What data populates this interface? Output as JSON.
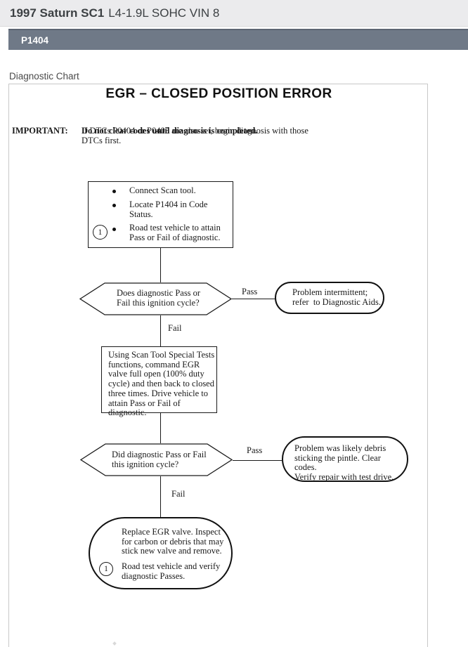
{
  "header": {
    "title_bold": "1997 Saturn SC1",
    "title_rest": "L4-1.9L SOHC VIN 8"
  },
  "codebar": {
    "code": "P1404"
  },
  "section_label": "Diagnostic Chart",
  "chart": {
    "title": "EGR – CLOSED POSITION ERROR",
    "important": {
      "label": "IMPORTANT:",
      "text_normal": "If DTCs P0404 or P0405 are also set, begin diagnosis with those\nDTCs first. ",
      "text_bold": "Do not clear codes until diagnosis is completed."
    },
    "step1": {
      "items": [
        {
          "text": "Connect Scan tool."
        },
        {
          "text": "Locate P1404 in Code Status."
        },
        {
          "num": "1",
          "text": "Road test vehicle to attain\nPass or Fail of diagnostic."
        }
      ]
    },
    "decision1": {
      "text": "Does diagnostic Pass or\nFail this ignition cycle?",
      "pass_label": "Pass",
      "fail_label": "Fail"
    },
    "result1": {
      "text": "Problem intermittent;\nrefer  to Diagnostic Aids."
    },
    "step2": {
      "text": "Using Scan Tool Special Tests\nfunctions, command EGR\nvalve full open (100% duty\ncycle) and then back to closed\nthree times. Drive vehicle to\nattain Pass or Fail of diagnostic."
    },
    "decision2": {
      "text": "Did diagnostic Pass or Fail\nthis ignition cycle?",
      "pass_label": "Pass",
      "fail_label": "Fail"
    },
    "result2": {
      "text": "Problem was likely debris\nsticking the pintle. Clear codes.\nVerify repair with test drive."
    },
    "step3": {
      "text1": "Replace EGR valve. Inspect\nfor carbon or debris that may\nstick new valve and remove.",
      "num": "1",
      "text2": "Road test vehicle and verify\ndiagnostic Passes."
    }
  },
  "colors": {
    "topbar_bg": "#ebebed",
    "codebar_bg": "#6f7987",
    "chart_border": "#c8c8c8",
    "ink": "#1a1a1a"
  }
}
